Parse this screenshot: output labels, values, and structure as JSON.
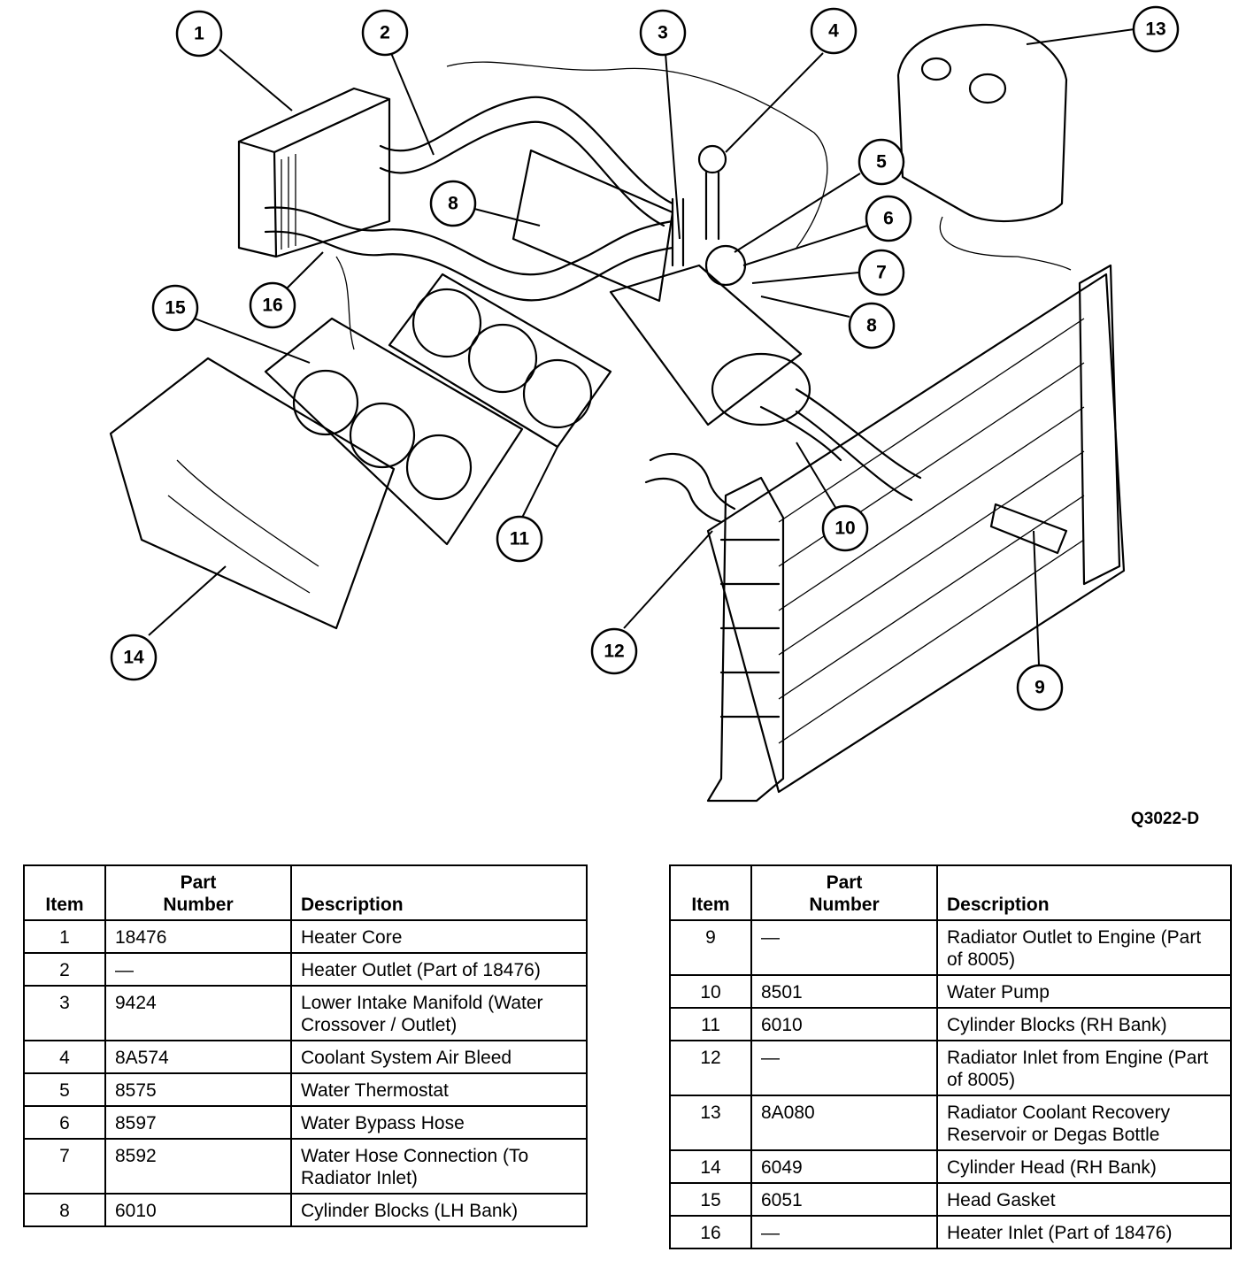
{
  "figure_code": "Q3022-D",
  "callouts": [
    "1",
    "2",
    "3",
    "4",
    "5",
    "6",
    "7",
    "8",
    "8",
    "9",
    "10",
    "11",
    "12",
    "13",
    "14",
    "15",
    "16"
  ],
  "table_headers": {
    "item": "Item",
    "part_number_line1": "Part",
    "part_number_line2": "Number",
    "description": "Description"
  },
  "left_table": [
    {
      "item": "1",
      "part": "18476",
      "desc": "Heater Core"
    },
    {
      "item": "2",
      "part": "—",
      "desc": "Heater Outlet (Part of 18476)"
    },
    {
      "item": "3",
      "part": "9424",
      "desc": "Lower Intake Manifold (Water Crossover / Outlet)"
    },
    {
      "item": "4",
      "part": "8A574",
      "desc": "Coolant System Air Bleed"
    },
    {
      "item": "5",
      "part": "8575",
      "desc": "Water Thermostat"
    },
    {
      "item": "6",
      "part": "8597",
      "desc": "Water Bypass Hose"
    },
    {
      "item": "7",
      "part": "8592",
      "desc": "Water Hose Connection (To Radiator Inlet)"
    },
    {
      "item": "8",
      "part": "6010",
      "desc": "Cylinder Blocks (LH Bank)"
    }
  ],
  "right_table": [
    {
      "item": "9",
      "part": "—",
      "desc": "Radiator Outlet to Engine (Part of 8005)"
    },
    {
      "item": "10",
      "part": "8501",
      "desc": "Water Pump"
    },
    {
      "item": "11",
      "part": "6010",
      "desc": "Cylinder Blocks (RH Bank)"
    },
    {
      "item": "12",
      "part": "—",
      "desc": "Radiator Inlet from Engine (Part of 8005)"
    },
    {
      "item": "13",
      "part": "8A080",
      "desc": "Radiator Coolant Recovery Reservoir or Degas Bottle"
    },
    {
      "item": "14",
      "part": "6049",
      "desc": "Cylinder Head (RH Bank)"
    },
    {
      "item": "15",
      "part": "6051",
      "desc": "Head Gasket"
    },
    {
      "item": "16",
      "part": "—",
      "desc": "Heater Inlet (Part of 18476)"
    }
  ]
}
